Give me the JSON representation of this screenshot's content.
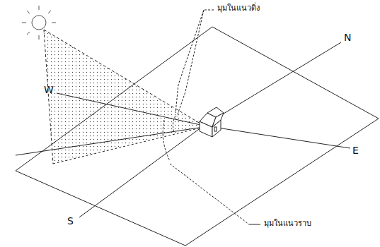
{
  "diagram": {
    "labels": [
      "มุมในแนวดิ่ง",
      "N",
      "W",
      "E",
      "S",
      "มุมในแนวราบ"
    ]
  }
}
